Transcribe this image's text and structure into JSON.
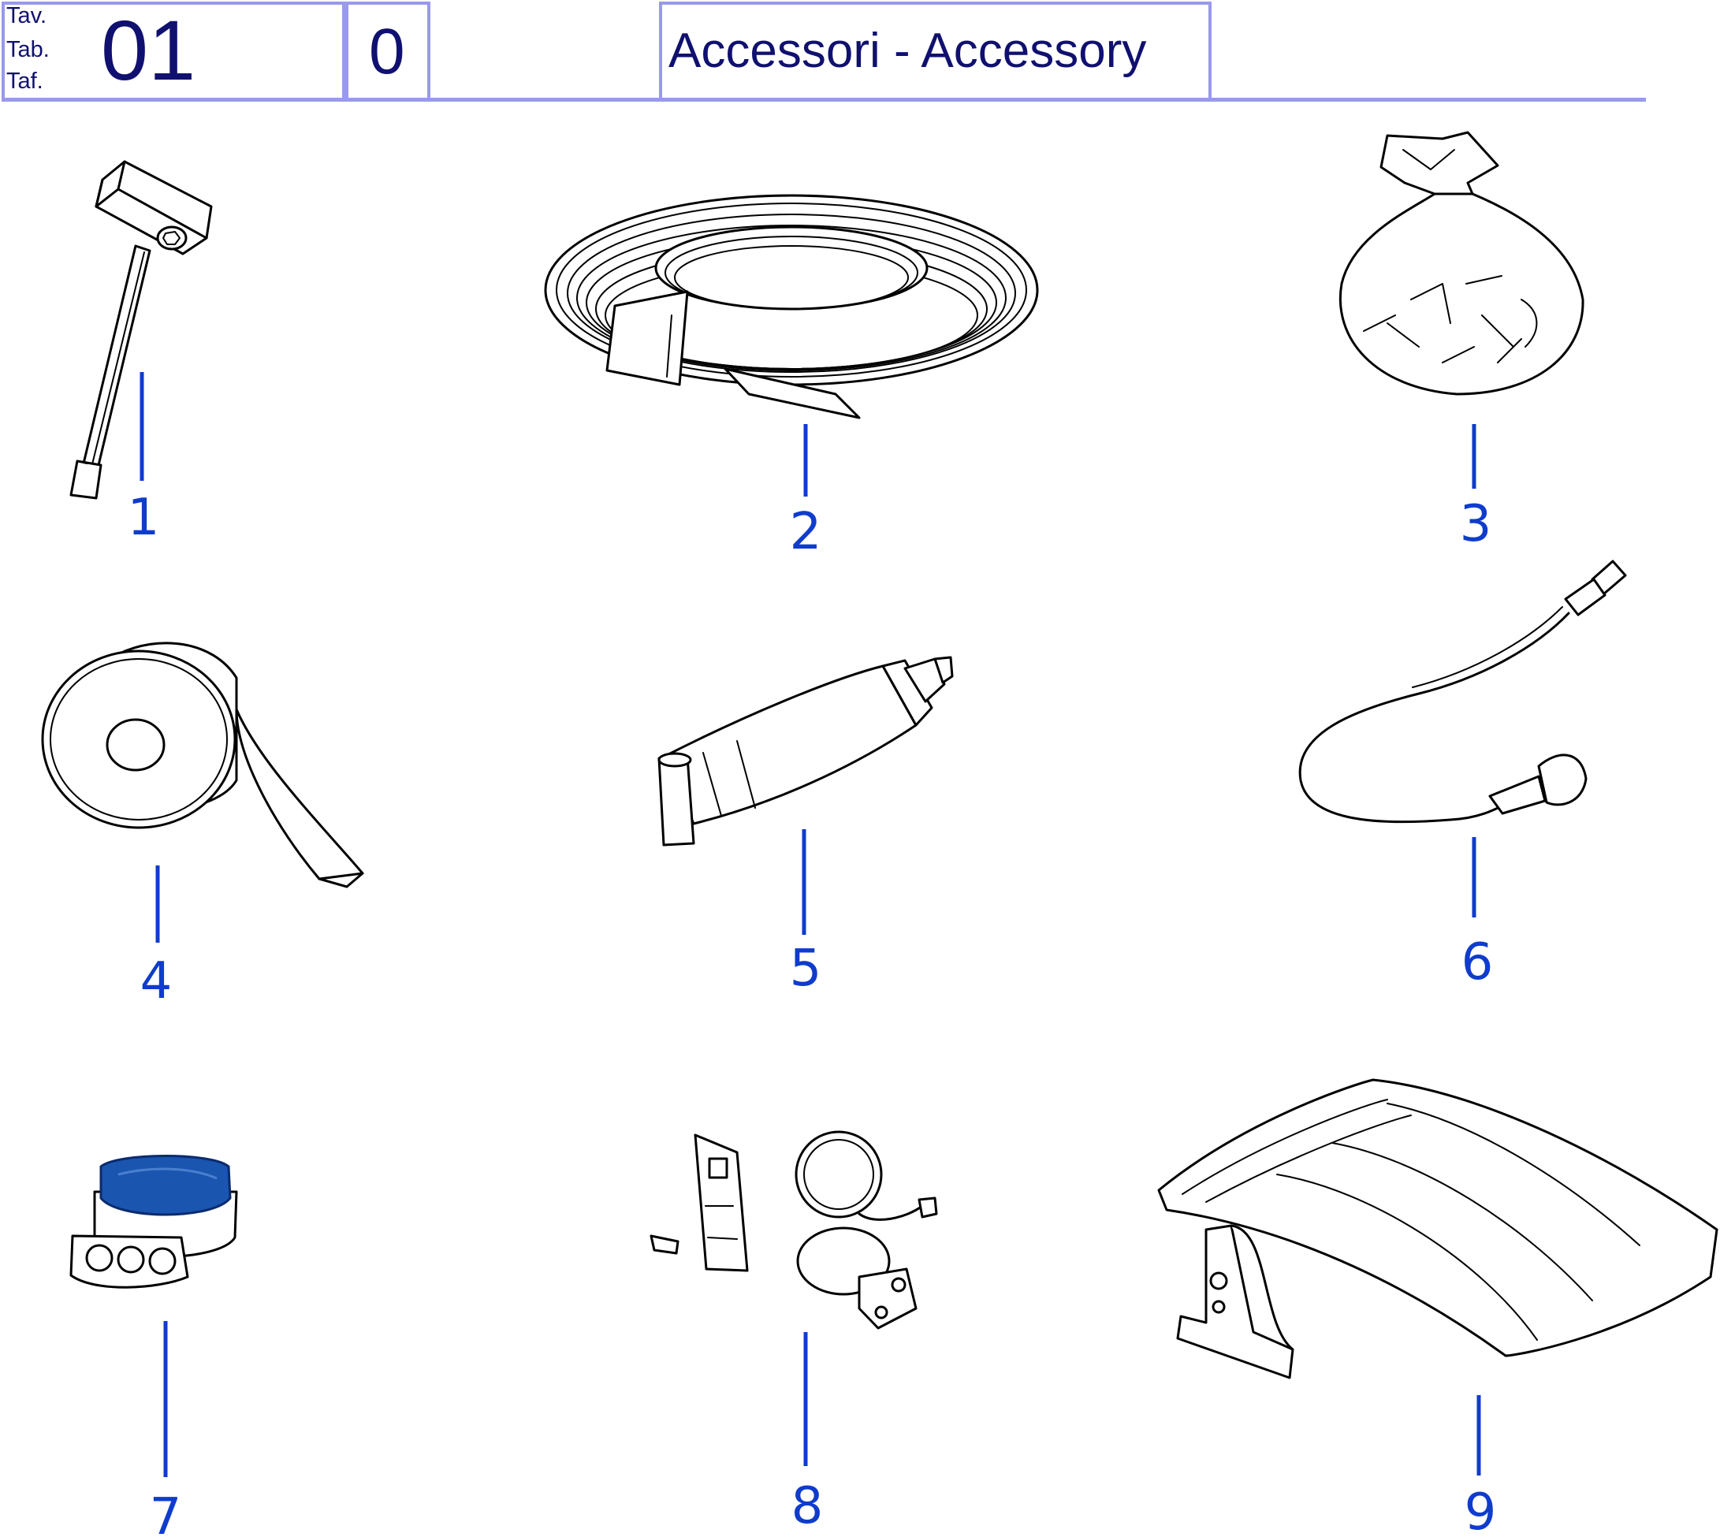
{
  "header": {
    "table_keys": [
      "Tav.",
      "Tab.",
      "Taf."
    ],
    "table_number": "01",
    "revision": "0",
    "title": "Accessori - Accessory"
  },
  "callouts": [
    "1",
    "2",
    "3",
    "4",
    "5",
    "6",
    "7",
    "8",
    "9"
  ],
  "colors": {
    "frame": "#9999ee",
    "header_text": "#101070",
    "callout": "#0f3ccc",
    "connector_cap": "#1a55b0"
  }
}
